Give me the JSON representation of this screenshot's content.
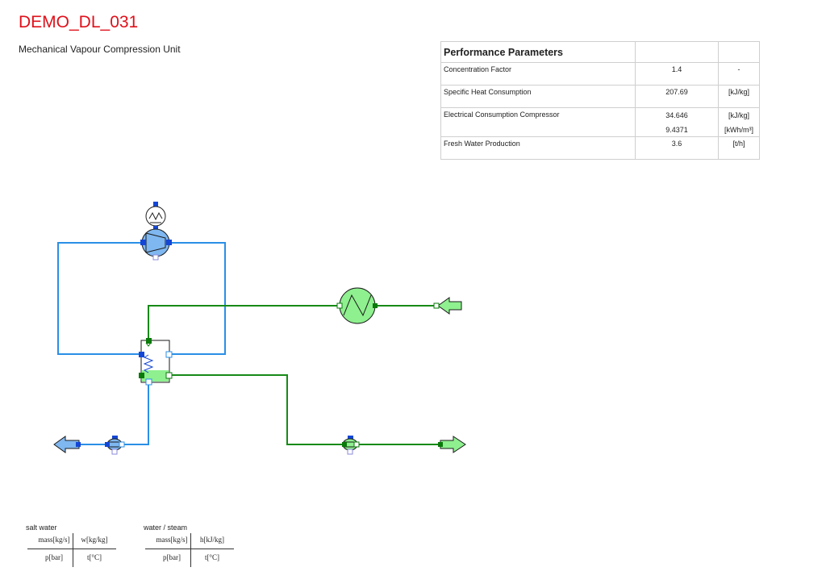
{
  "header": {
    "title": "DEMO_DL_031",
    "subtitle": "Mechanical Vapour Compression Unit"
  },
  "performance": {
    "title": "Performance Parameters",
    "rows": [
      {
        "label": "Concentration Factor",
        "values": [
          "1.4"
        ],
        "units": [
          "-"
        ]
      },
      {
        "label": "Specific Heat Consumption",
        "values": [
          "207.69"
        ],
        "units": [
          "[kJ/kg]"
        ]
      },
      {
        "label": "Electrical Consumption Compressor",
        "values": [
          "34.646",
          "9.4371"
        ],
        "units": [
          "[kJ/kg]",
          "[kWh/m³]"
        ]
      },
      {
        "label": "Fresh Water Production",
        "values": [
          "3.6"
        ],
        "units": [
          "[t/h]"
        ]
      }
    ]
  },
  "legend": {
    "salt_water": {
      "title": "salt water",
      "top_left": "mass[kg/s]",
      "top_right": "w[kg/kg]",
      "bottom_left": "p[bar]",
      "bottom_right": "t[°C]"
    },
    "water_steam": {
      "title": "water / steam",
      "top_left": "mass[kg/s]",
      "top_right": "h[kJ/kg]",
      "bottom_left": "p[bar]",
      "bottom_right": "t[°C]"
    }
  },
  "colors": {
    "title": "#e0101a",
    "salt_water_line": "#2a8fe6",
    "water_steam_line": "#178a17",
    "salt_water_fill": "#7fb7f0",
    "water_steam_fill": "#8ef08e",
    "port_blue": "#1346d6",
    "port_green": "#0a7a0a"
  }
}
